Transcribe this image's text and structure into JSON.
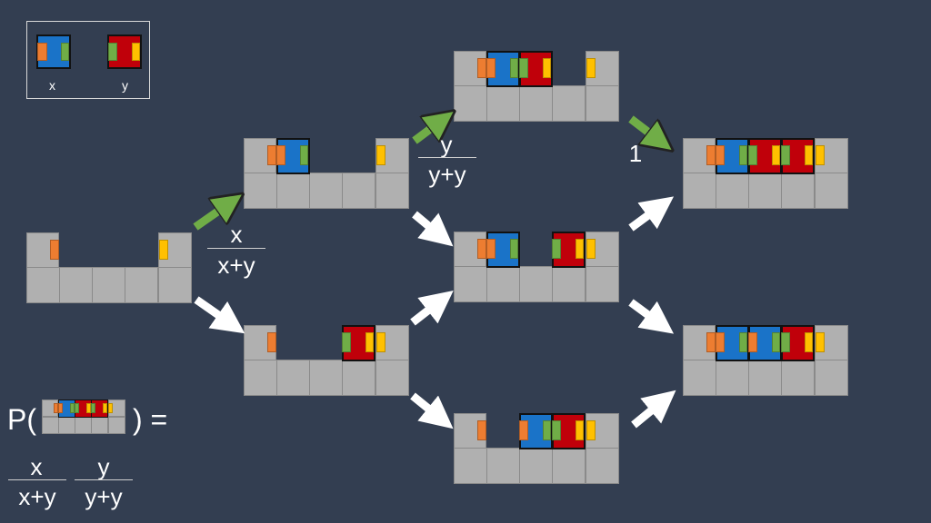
{
  "colors": {
    "background": "#333e51",
    "cell": "#b0b0b0",
    "block_x": "#1a73c8",
    "block_y": "#c0000a",
    "tab_orange": "#ed7d31",
    "tab_green": "#70ad47",
    "tab_yellow": "#ffc000",
    "arrow_green": "#70ad47",
    "arrow_white": "#ffffff"
  },
  "legend": {
    "x_label": "x",
    "y_label": "y"
  },
  "fractions": {
    "first": {
      "numerator": "x",
      "denominator": "x+y"
    },
    "second": {
      "numerator": "y",
      "denominator": "y+y"
    },
    "third": {
      "value": "1"
    }
  },
  "formula": {
    "prefix": "P(",
    "suffix": ") =",
    "terms": [
      {
        "numerator": "x",
        "denominator": "x+y"
      },
      {
        "numerator": "y",
        "denominator": "y+y"
      }
    ]
  }
}
